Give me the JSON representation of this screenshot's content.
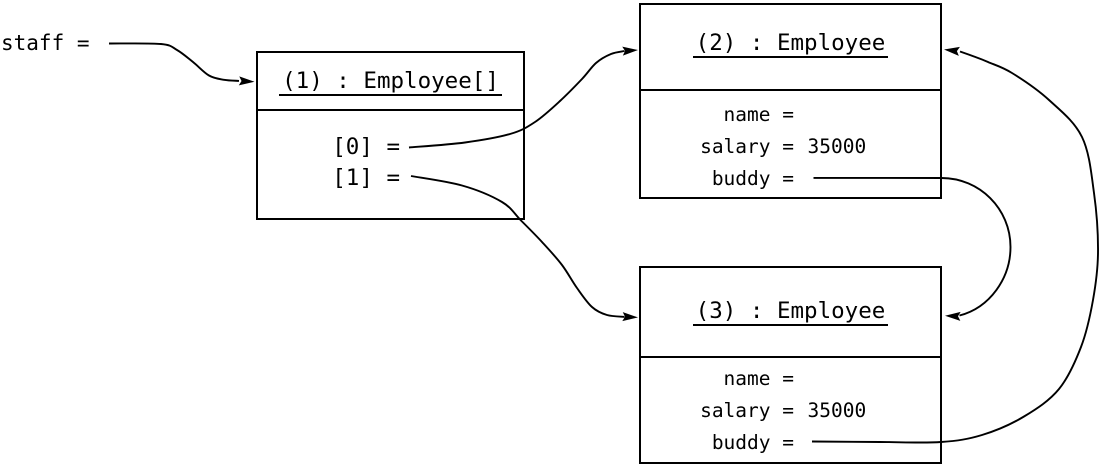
{
  "figure": {
    "background_color": "#ffffff",
    "line_color": "#000000"
  },
  "staff": {
    "label": "staff ="
  },
  "boxes": [
    {
      "id": "1",
      "title": "(1) : Employee[]",
      "rows": [
        {
          "label": "[0] =",
          "value": ""
        },
        {
          "label": "[1] =",
          "value": ""
        }
      ]
    },
    {
      "id": "2",
      "title": "(2) : Employee",
      "rows": [
        {
          "label": "name =",
          "value": ""
        },
        {
          "label": "salary =",
          "value": "35000"
        },
        {
          "label": "buddy =",
          "value": ""
        }
      ]
    },
    {
      "id": "3",
      "title": "(3) : Employee",
      "rows": [
        {
          "label": "name =",
          "value": ""
        },
        {
          "label": "salary =",
          "value": "35000"
        },
        {
          "label": "buddy =",
          "value": ""
        }
      ]
    }
  ],
  "references": [
    {
      "from": "staff",
      "to": "(1) : Employee[]"
    },
    {
      "from": "(1).[0]",
      "to": "(2) : Employee"
    },
    {
      "from": "(1).[1]",
      "to": "(3) : Employee"
    },
    {
      "from": "(2).buddy",
      "to": "(3) : Employee"
    },
    {
      "from": "(3).buddy",
      "to": "(2) : Employee"
    }
  ]
}
